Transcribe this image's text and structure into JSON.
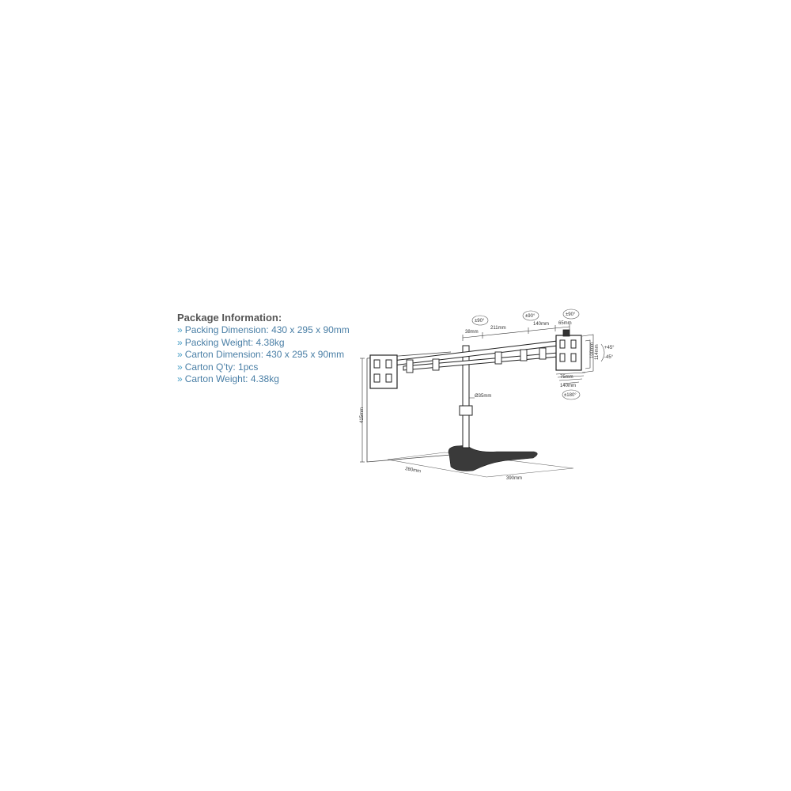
{
  "package_info": {
    "title": "Package Information:",
    "bullet": "»",
    "items": [
      "Packing Dimension: 430 x 295 x 90mm",
      "Packing Weight: 4.38kg",
      "Carton Dimension: 430 x 295 x 90mm",
      "Carton Q’ty: 1pcs",
      "Carton Weight: 4.38kg"
    ]
  },
  "diagram": {
    "dimensions": {
      "height": "415mm",
      "depth": "280mm",
      "width": "390mm",
      "pole": "Ø35mm",
      "d38": "38mm",
      "d211": "211mm",
      "d140": "140mm",
      "d65": "65mm",
      "d114": "114mm",
      "d100": "100mm",
      "d75": "75mm",
      "d140b": "140mm"
    },
    "angles": {
      "tilt_left": "±90°",
      "tilt_mid": "±90°",
      "tilt_right": "±90°",
      "up": "+45°",
      "down": "-45°",
      "rotate": "±180°"
    }
  }
}
